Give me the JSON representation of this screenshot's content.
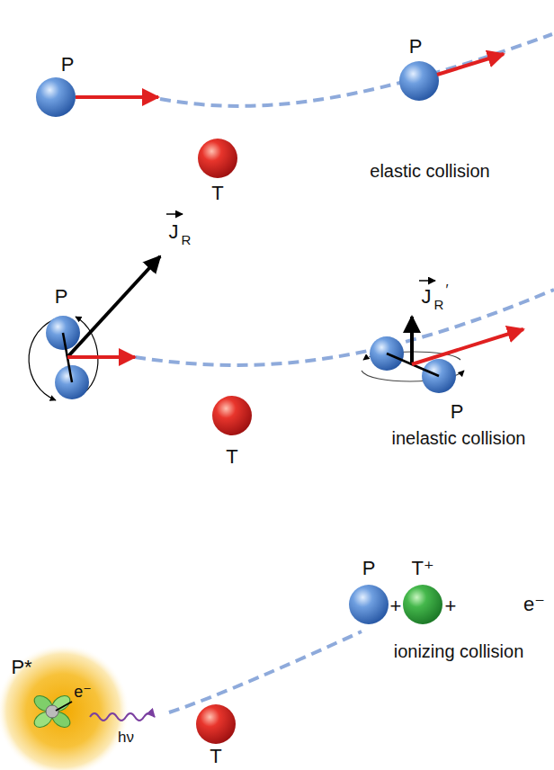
{
  "diagram": {
    "labels": [
      "P",
      "P",
      "T",
      "elastic collision",
      "P",
      "J",
      "R",
      "J",
      "R",
      "′",
      "P",
      "T",
      "inelastic collision",
      "P",
      "T⁺",
      "+",
      "+",
      "e⁻",
      "ionizing collision",
      "P*",
      "e⁻",
      "hν",
      "T"
    ]
  }
}
